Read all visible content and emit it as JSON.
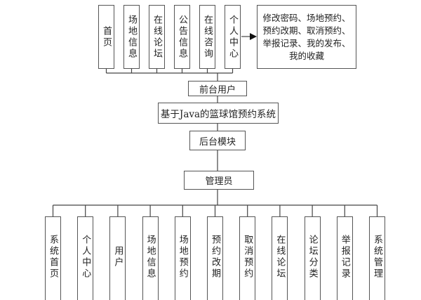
{
  "front_modules": [
    "首页",
    "场地信息",
    "在线论坛",
    "公告信息",
    "在线咨询",
    "个人中心"
  ],
  "personal_center_detail": "修改密码、场地预约、预约改期、取消预约、举报记录、我的发布、我的收藏",
  "front_user": "前台用户",
  "system_title": "基于Java的篮球馆预约系统",
  "backend": "后台模块",
  "admin": "管理员",
  "admin_modules": [
    "系统首页",
    "个人中心",
    "用户",
    "场地信息",
    "场地预约",
    "预约改期",
    "取消预约",
    "在线论坛",
    "论坛分类",
    "举报记录",
    "系统管理"
  ]
}
